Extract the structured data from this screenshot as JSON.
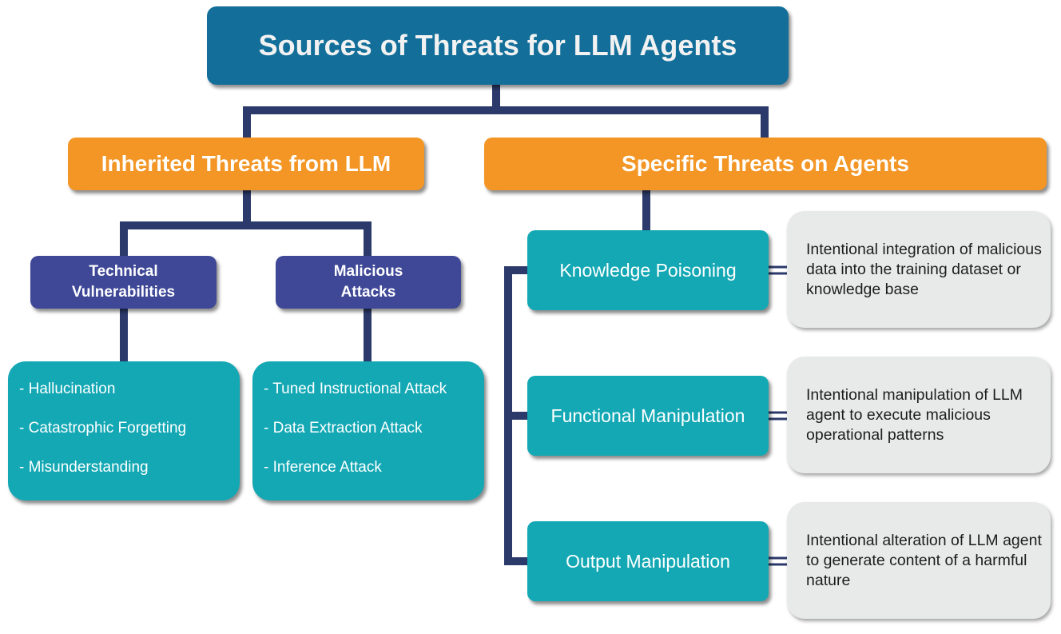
{
  "title": "Sources of Threats for LLM Agents",
  "categories": {
    "inherited": {
      "label": "Inherited Threats from LLM",
      "subcategories": {
        "technical": {
          "label_line1": "Technical",
          "label_line2": "Vulnerabilities",
          "items": [
            "- Hallucination",
            "- Catastrophic Forgetting",
            "- Misunderstanding"
          ]
        },
        "malicious": {
          "label_line1": "Malicious",
          "label_line2": "Attacks",
          "items": [
            "- Tuned Instructional Attack",
            "- Data Extraction Attack",
            "- Inference Attack"
          ]
        }
      }
    },
    "specific": {
      "label": "Specific Threats on Agents",
      "threats": [
        {
          "name": "Knowledge Poisoning",
          "description": "Intentional integration of malicious data into the training dataset or knowledge base"
        },
        {
          "name": "Functional Manipulation",
          "description": "Intentional manipulation of LLM agent to execute malicious operational patterns"
        },
        {
          "name": "Output Manipulation",
          "description": "Intentional alteration of LLM agent to generate content of a harmful nature"
        }
      ]
    }
  },
  "colors": {
    "root": "#136f9a",
    "category": "#f39625",
    "subcategory": "#3e4897",
    "teal": "#13a8b4",
    "description_bg": "#e8eaea",
    "connector": "#2b3a6b"
  }
}
